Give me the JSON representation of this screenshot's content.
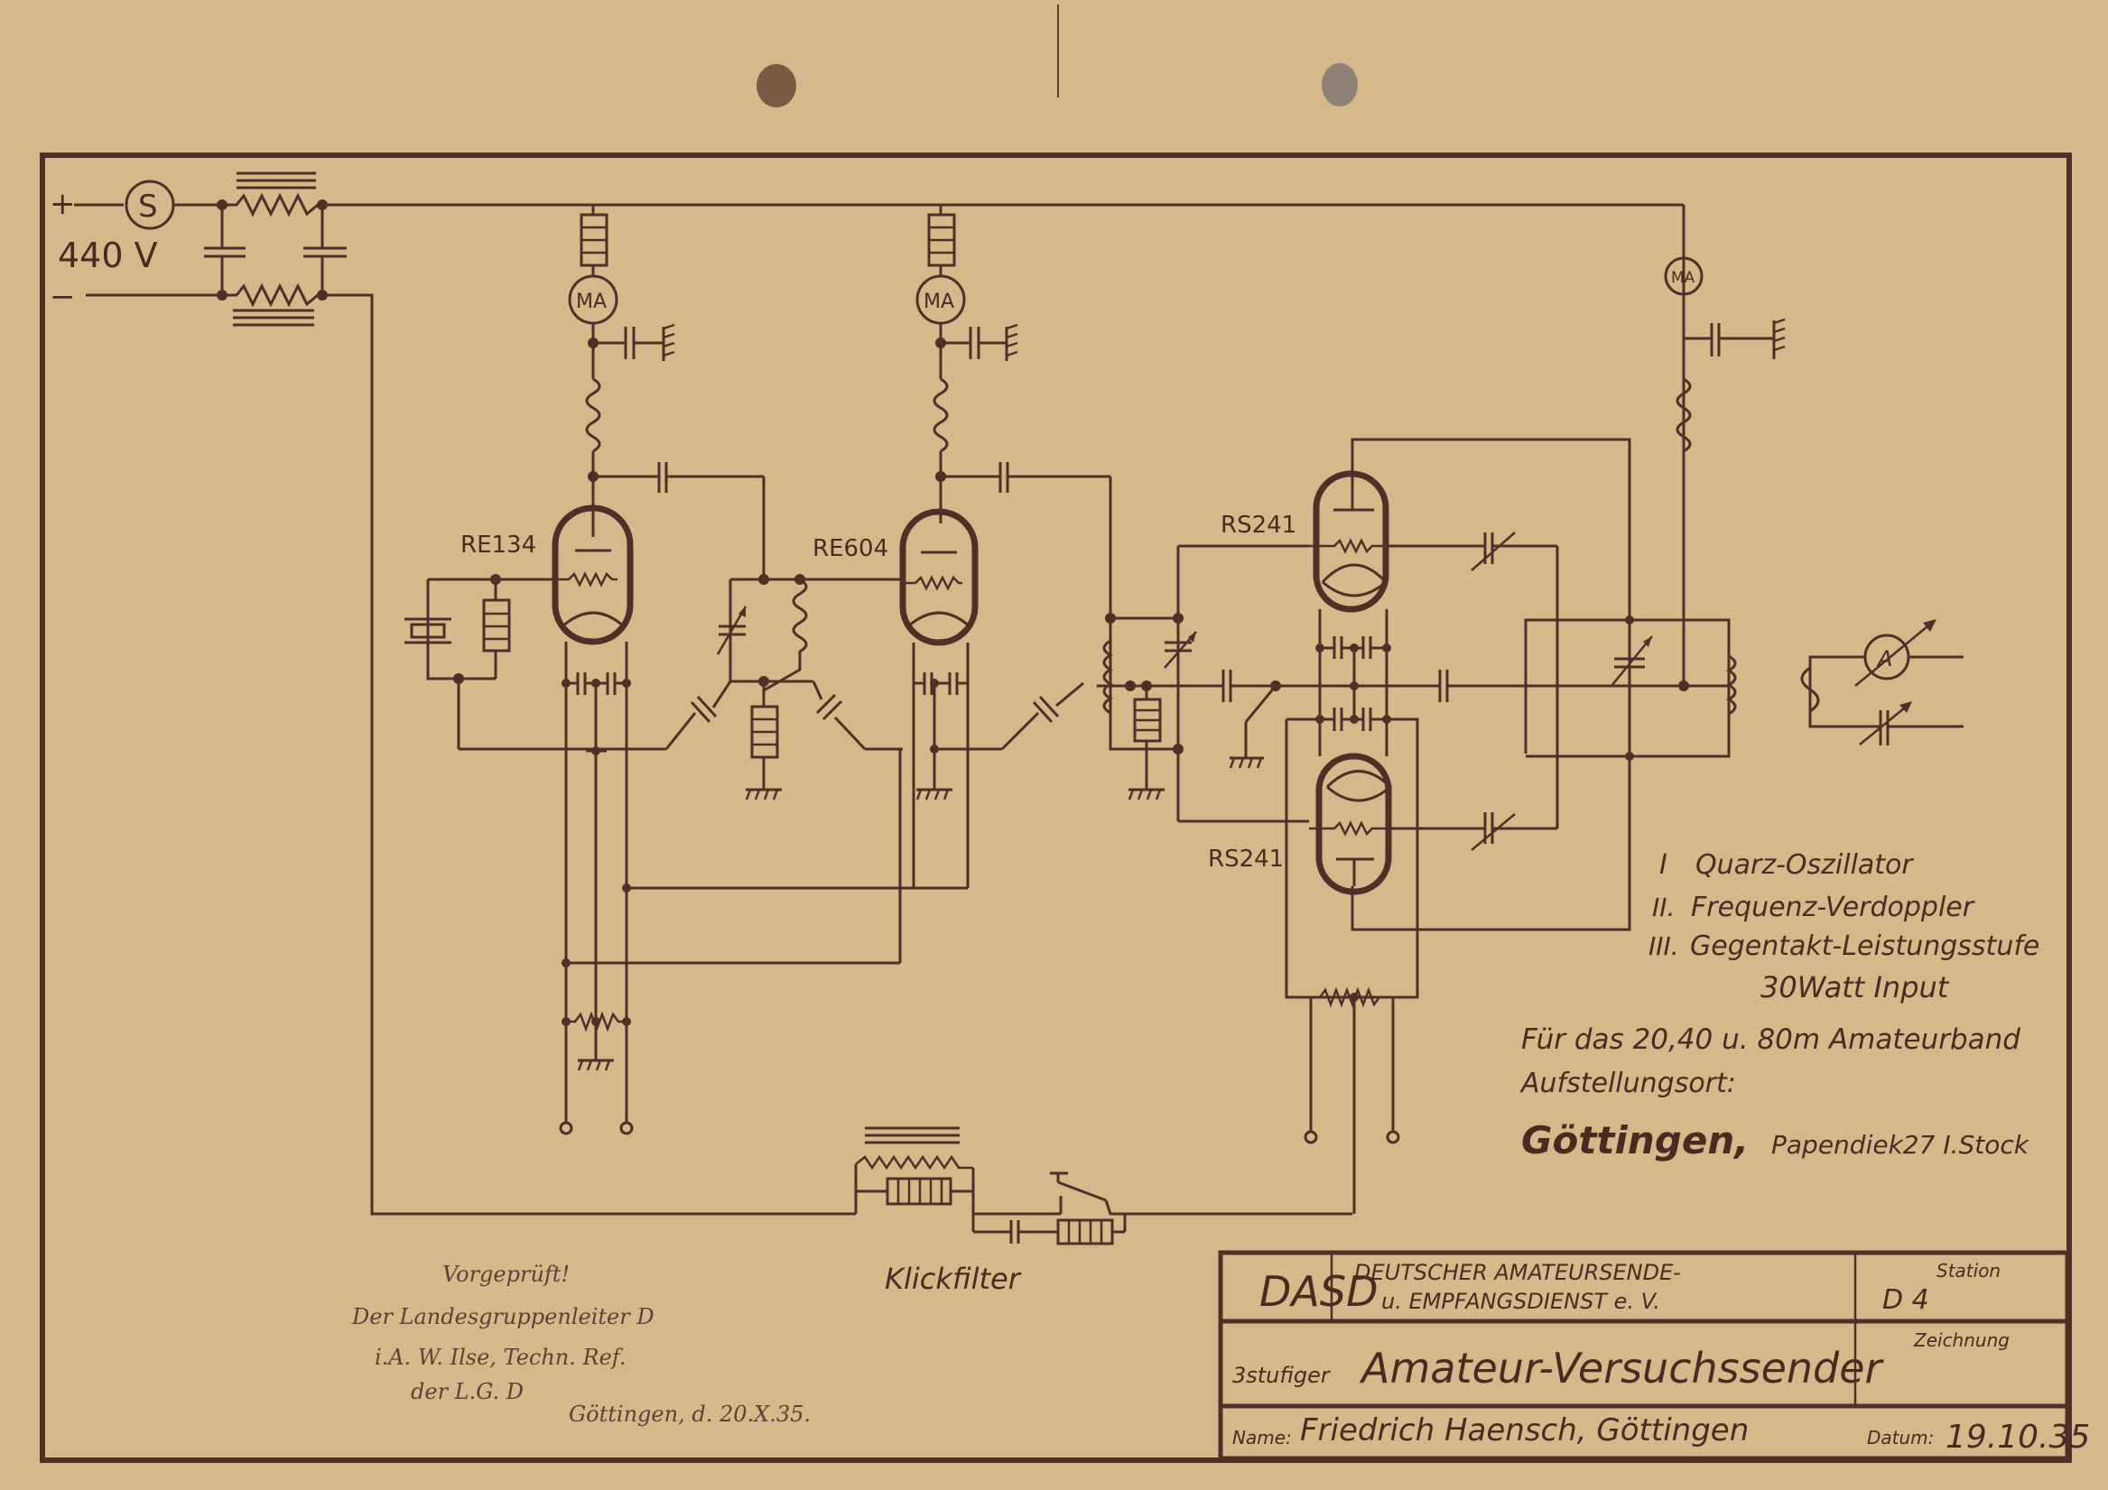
{
  "sheet": {
    "paper_color": "#d6b88a",
    "ink_color": "#4f2f27"
  },
  "power_supply": {
    "plus_label": "+",
    "minus_label": "−",
    "voltage_label": "440 V",
    "switch_label": "S"
  },
  "meters": {
    "milliammeter_label": "MA",
    "ammeter_label": "A"
  },
  "tubes": [
    {
      "label": "RE134",
      "stage": "I"
    },
    {
      "label": "RE604",
      "stage": "II"
    },
    {
      "label": "RS241",
      "stage": "III-upper"
    },
    {
      "label": "RS241",
      "stage": "III-lower"
    }
  ],
  "klickfilter_label": "Klickfilter",
  "stages_legend": [
    {
      "numeral": "I",
      "text": "Quarz-Oszillator"
    },
    {
      "numeral": "II.",
      "text": "Frequenz-Verdoppler"
    },
    {
      "numeral": "III.",
      "text": "Gegentakt-Leistungsstufe"
    }
  ],
  "power_input": "30Watt Input",
  "band_info": "Für das 20,40 u. 80m Amateurband",
  "location_label": "Aufstellungsort:",
  "location_city": "Göttingen,",
  "location_address": "Papendiek27 I.Stock",
  "handwritten_note": [
    "Vorgeprüft!",
    "Der Landesgruppenleiter D",
    "i.A. W. Ilse, Techn. Ref.",
    "der L.G. D",
    "Göttingen, d. 20.X.35."
  ],
  "title_block": {
    "org_abbrev": "DASD",
    "org_name_line1": "DEUTSCHER AMATEURSENDE-",
    "org_name_line2": "u. EMPFANGSDIENST e. V.",
    "station_label": "Station",
    "station_value": "D 4",
    "drawing_prefix": "3stufiger",
    "drawing_title": "Amateur-Versuchssender",
    "drawing_number_label": "Zeichnung",
    "drawing_number_value": "",
    "name_label": "Name:",
    "name_value": "Friedrich Haensch, Göttingen",
    "date_label": "Datum:",
    "date_value": "19.10.35"
  }
}
